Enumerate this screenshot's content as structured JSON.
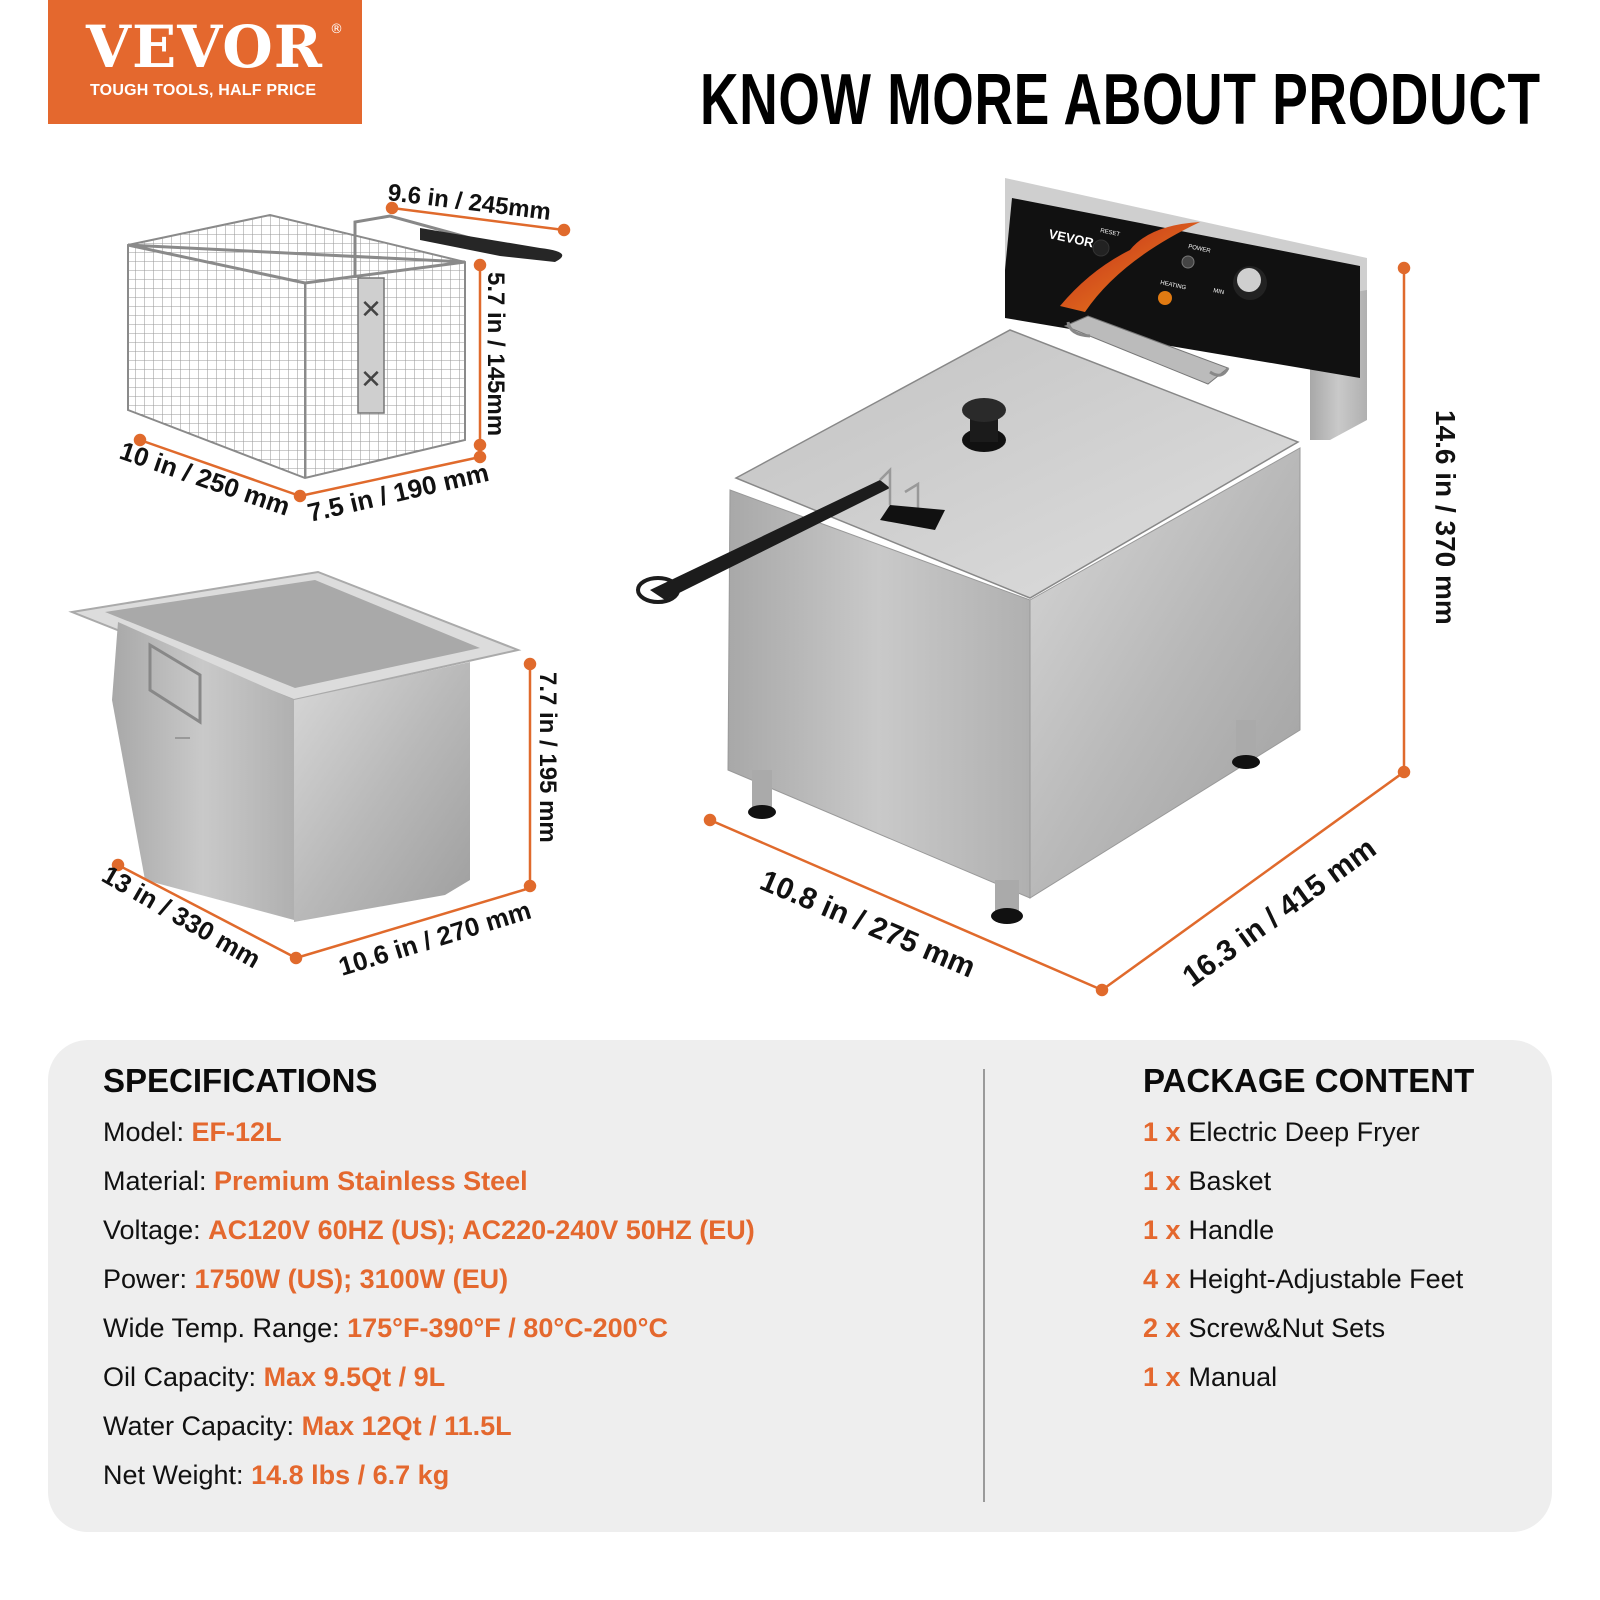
{
  "brand": {
    "name": "VEVOR",
    "registered_mark": "®",
    "tagline": "TOUGH TOOLS, HALF PRICE",
    "color": "#e4682e"
  },
  "headline": "KNOW MORE ABOUT PRODUCT",
  "dimensions": {
    "basket": {
      "handle_length": "9.6 in / 245mm",
      "height": "5.7 in / 145mm",
      "length": "10 in / 250 mm",
      "width": "7.5 in / 190 mm"
    },
    "oil_tank": {
      "height": "7.7 in / 195 mm",
      "length": "13 in / 330 mm",
      "width": "10.6 in / 270 mm"
    },
    "fryer": {
      "height": "14.6 in / 370 mm",
      "width": "10.8 in / 275 mm",
      "depth": "16.3 in / 415 mm"
    }
  },
  "fryer_panel": {
    "brand": "VEVOR",
    "reset_label": "RESET",
    "power_label": "POWER",
    "heating_label": "HEATING",
    "min_label": "MIN"
  },
  "specifications": {
    "title": "SPECIFICATIONS",
    "rows": [
      {
        "label": "Model: ",
        "value": "EF-12L"
      },
      {
        "label": "Material: ",
        "value": "Premium Stainless Steel"
      },
      {
        "label": "Voltage: ",
        "value": "AC120V 60HZ (US); AC220-240V 50HZ (EU)"
      },
      {
        "label": "Power: ",
        "value": "1750W (US); 3100W (EU)"
      },
      {
        "label": "Wide Temp. Range: ",
        "value": "175°F-390°F / 80°C-200°C"
      },
      {
        "label": "Oil Capacity: ",
        "value": "Max 9.5Qt / 9L"
      },
      {
        "label": "Water Capacity: ",
        "value": "Max 12Qt / 11.5L"
      },
      {
        "label": "Net Weight: ",
        "value": "14.8 lbs / 6.7 kg"
      }
    ]
  },
  "package_content": {
    "title": "PACKAGE CONTENT",
    "items": [
      {
        "qty": "1 x",
        "name": "Electric Deep Fryer"
      },
      {
        "qty": "1 x",
        "name": "Basket"
      },
      {
        "qty": "1 x",
        "name": "Handle"
      },
      {
        "qty": "4 x",
        "name": "Height-Adjustable Feet"
      },
      {
        "qty": "2 x",
        "name": "Screw&Nut Sets"
      },
      {
        "qty": "1 x",
        "name": "Manual"
      }
    ]
  }
}
